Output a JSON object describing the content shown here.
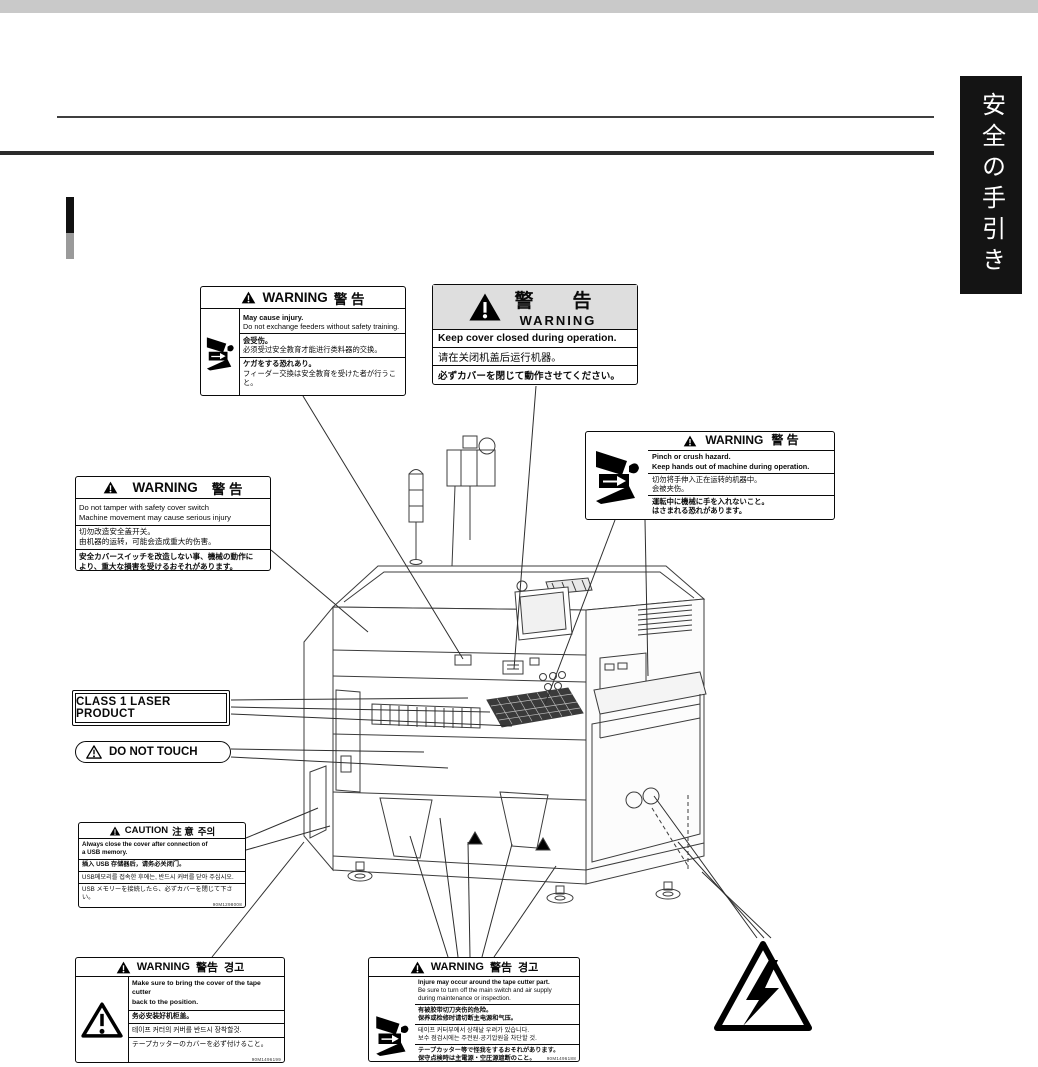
{
  "page": {
    "sidebar_title": "安全の手引き"
  },
  "labels": {
    "feeder": {
      "header_en": "WARNING",
      "header_cjk": "警 告",
      "en1": "May cause injury.",
      "en2": "Do not exchange feeders without safety training.",
      "zh1": "会受伤。",
      "zh2": "必须受过安全教育才能进行类料器的交换。",
      "ja1": "ケガをする恐れあり。",
      "ja2": "フィーダー交換は安全教育を受けた者が行うこと。"
    },
    "cover": {
      "header_cjk": "警　告",
      "header_en": "WARNING",
      "en": "Keep cover closed during operation.",
      "zh": "请在关闭机盖后运行机器。",
      "ja": "必ずカバーを閉じて動作させてください。"
    },
    "pinch": {
      "header_en": "WARNING",
      "header_cjk": "警 告",
      "en1": "Pinch or crush hazard.",
      "en2": "Keep hands out of machine during operation.",
      "zh1": "切勿将手伸入正在运转的机器中。",
      "zh2": "会被夹伤。",
      "ja1": "運転中に機械に手を入れないこと。",
      "ja2": "はさまれる恐れがあります。"
    },
    "cover_switch": {
      "header_en": "WARNING",
      "header_cjk": "警 告",
      "en1": "Do not tamper with safety cover switch",
      "en2": "Machine movement may cause serious injury",
      "zh1": "切勿改造安全盖开关。",
      "zh2": "由机器的运转，可能会造成重大的伤害。",
      "ja1": "安全カバースイッチを改造しない事、機械の動作に",
      "ja2": "より、重大な損害を受けるおそれがあります。"
    },
    "laser": {
      "text": "CLASS 1 LASER PRODUCT"
    },
    "touch": {
      "text": "DO NOT TOUCH"
    },
    "usb": {
      "header_en": "CAUTION",
      "header_cjk": "注 意",
      "header_ko": "주의",
      "en1": "Always close the cover after connection of",
      "en2": "a USB memory.",
      "zh": "插入 USB 存储器后，请务必关闭门。",
      "ko": "USB메모리를 접속한 후에는, 반드시 커버를 닫아 주십시오.",
      "ja": "USB メモリーを接続したら、必ずカバーを閉じて下さい。",
      "code": "90M1298008"
    },
    "tape_cover": {
      "header_en": "WARNING",
      "header_cjk": "警告",
      "header_ko": "경고",
      "en1": "Make sure to bring the cover of the tape cutter",
      "en2": "back to the position.",
      "zh": "务必安装好机柜盖。",
      "ko": "테이프 커터의 커버를 반드시 장착할것.",
      "ja": "テープカッターのカバーを必ず付けること。",
      "code": "90M1496199"
    },
    "tape_cutter": {
      "header_en": "WARNING",
      "header_cjk": "警告",
      "header_ko": "경고",
      "en1": "Injure may occur around the tape cutter part.",
      "en2": "Be sure to turn off the main switch and air supply",
      "en3": "during maintenance or inspection.",
      "zh1": "有被胶带切刀夹伤的危险。",
      "zh2": "保养或检修时请切断主电源和气压。",
      "ko1": "테이프 커터부에서 상해날 우려가 있습니다.",
      "ko2": "보수 점검시에는 주전원·공기압원을 차단할 것.",
      "ja1": "テープカッター等で怪我をするおそれがあります。",
      "ja2": "保守点検時は主電源・空圧源遮断のこと。",
      "code": "90M1496188"
    }
  }
}
